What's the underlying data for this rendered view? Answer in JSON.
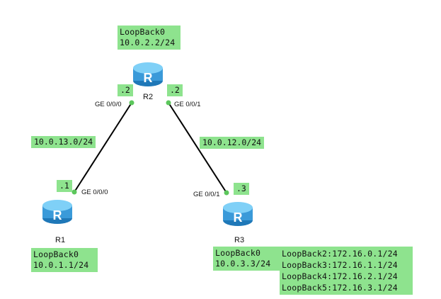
{
  "routers": [
    {
      "name": "R1",
      "loopback": [
        "LoopBack0",
        "10.0.1.1/24"
      ]
    },
    {
      "name": "R2",
      "loopback": [
        "LoopBack0",
        "10.0.2.2/24"
      ]
    },
    {
      "name": "R3",
      "loopback": [
        "LoopBack0",
        "10.0.3.3/24"
      ]
    }
  ],
  "router_icon": "router-icon",
  "links": [
    {
      "network": "10.0.13.0/24",
      "a_port": "GE 0/0/0",
      "a_addr": ".1",
      "b_port": "GE 0/0/0",
      "b_addr": ".2"
    },
    {
      "network": "10.0.12.0/24",
      "a_port": "GE 0/0/1",
      "a_addr": ".2",
      "b_port": "GE 0/0/1",
      "b_addr": ".3"
    }
  ],
  "r3_extra_loopbacks": [
    "LoopBack2:172.16.0.1/24",
    "LoopBack3:172.16.1.1/24",
    "LoopBack4:172.16.2.1/24",
    "LoopBack5:172.16.3.1/24"
  ],
  "colors": {
    "label_bg": "#8ee38e",
    "link": "#000000",
    "port_dot": "#5cc75c",
    "router_body": "#4fb6ee"
  }
}
